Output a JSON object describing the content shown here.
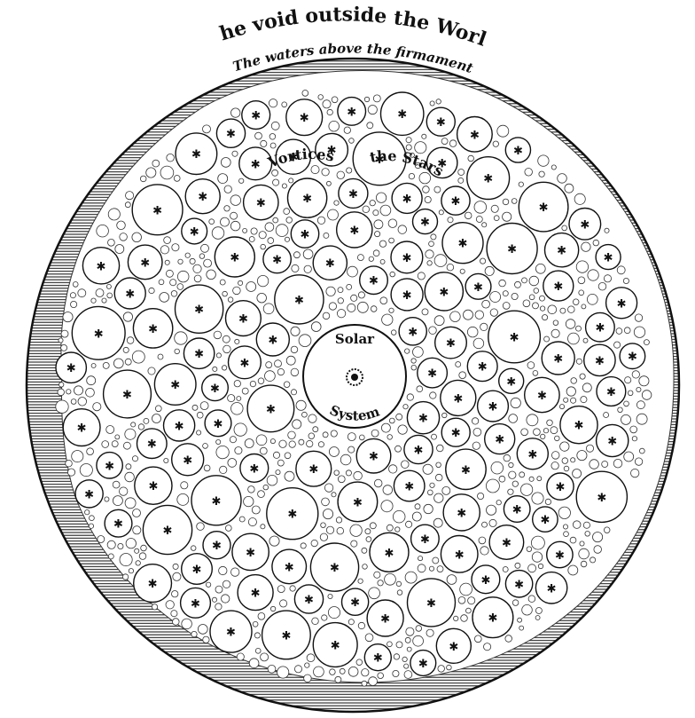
{
  "labels": {
    "void": "The void outside the World",
    "waters": "The waters above the firmament",
    "vortices": "Vortices",
    "stars": "the Stars",
    "solar_top": "Solar",
    "solar_bottom": "System"
  },
  "colors": {
    "ink": "#111111",
    "paper": "#ffffff"
  }
}
